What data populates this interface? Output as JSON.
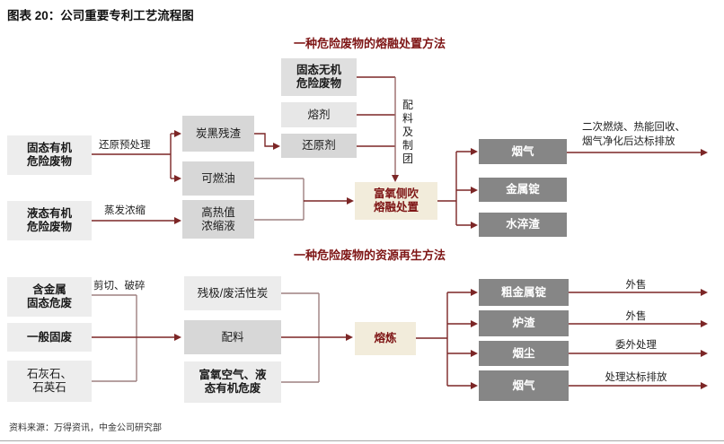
{
  "title": "图表 20：公司重要专利工艺流程图",
  "footer": {
    "source": "资料来源：万得资讯，中金公司研究部"
  },
  "colors": {
    "accent_maroon": "#7e1515",
    "connector_red": "#7c2626",
    "connector_muted": "#9e8080",
    "node_dark_gray": "#868686",
    "node_light_gray": "#ededed",
    "node_mid_gray": "#d7d7d7",
    "node_beige": "#f2ecdb"
  },
  "diagram1": {
    "subtitle": "一种危险废物的熔融处置方法",
    "nodes": {
      "solid_organic": "固态有机\n危险废物",
      "liquid_organic": "液态有机\n危险废物",
      "carbon_black": "炭黑残渣",
      "combustible_oil": "可燃油",
      "concentrate": "高热值\n浓缩液",
      "solid_inorganic": "固态无机\n危险废物",
      "flux": "熔剂",
      "reducing_agent": "还原剂",
      "melting_disposal": "富氧侧吹\n熔融处置",
      "flue_gas": "烟气",
      "metal_ingot": "金属锭",
      "water_quenched_slag": "水淬渣"
    },
    "edge_labels": {
      "reduction_pretreatment": "还原预处理",
      "evaporation_concentration": "蒸发浓缩",
      "batching_briquetting": "配料及制团",
      "flue_gas_outcome": "二次燃烧、热能回收、\n烟气净化后达标排放"
    }
  },
  "diagram2": {
    "subtitle": "一种危险废物的资源再生方法",
    "nodes": {
      "metal_solid_waste": "含金属\n固态危废",
      "general_solid_waste": "一般固废",
      "limestone_quartz": "石灰石、\n石英石",
      "residual_anode": "残极/废活性炭",
      "batching": "配料",
      "oxygen_air": "富氧空气、液\n态有机危废",
      "smelting": "熔炼",
      "crude_metal_ingot": "粗金属锭",
      "furnace_slag": "炉渣",
      "dust": "烟尘",
      "flue_gas": "烟气"
    },
    "edge_labels": {
      "shear_crush": "剪切、破碎",
      "sell_1": "外售",
      "sell_2": "外售",
      "outsourced": "委外处理",
      "discharge": "处理达标排放"
    }
  }
}
